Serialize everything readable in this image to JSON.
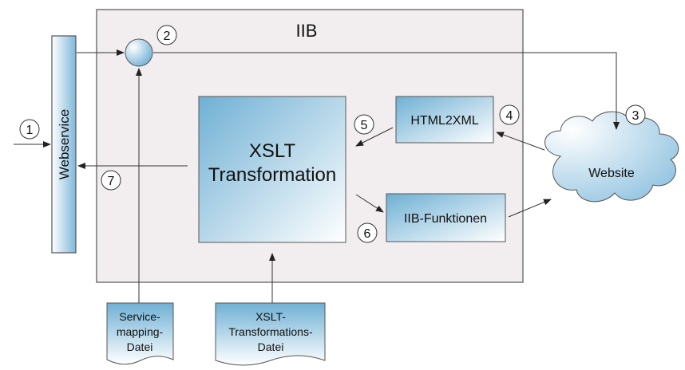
{
  "diagram": {
    "container_title": "IIB",
    "webservice_label": "Webservice",
    "xslt_box": {
      "line1": "XSLT",
      "line2": "Transformation"
    },
    "html2xml_label": "HTML2XML",
    "iib_functions_label": "IIB-Funktionen",
    "website_label": "Website",
    "service_mapping_doc": [
      "Service-",
      "mapping-",
      "Datei"
    ],
    "xslt_transform_doc": [
      "XSLT-",
      "Transformations-",
      "Datei"
    ],
    "step_numbers": [
      "1",
      "2",
      "3",
      "4",
      "5",
      "6",
      "7"
    ]
  },
  "colors": {
    "container_fill": "#f2eeef",
    "box_gradient_from": "#6fb0d4",
    "box_gradient_to": "#ffffff",
    "stroke": "#555555"
  }
}
